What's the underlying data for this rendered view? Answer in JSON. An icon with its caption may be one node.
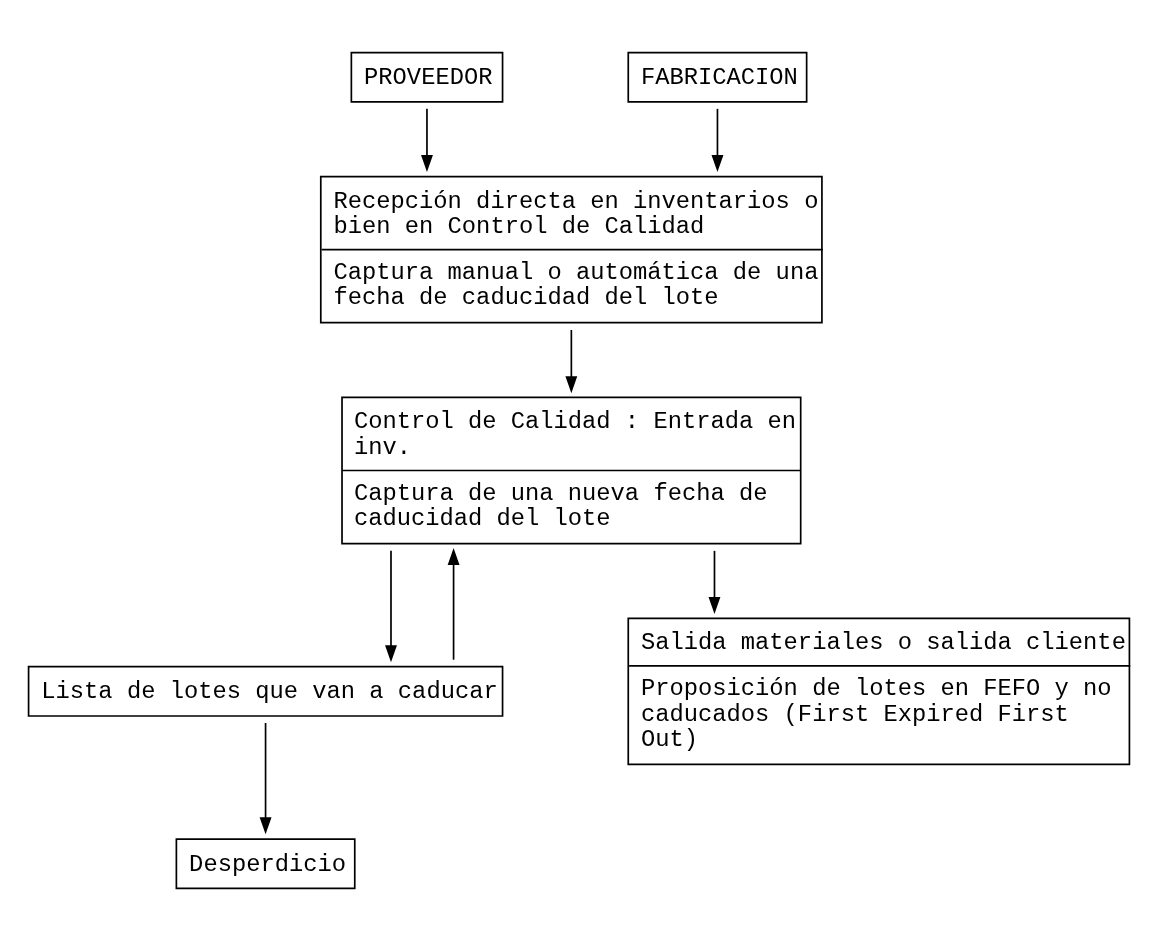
{
  "diagram": {
    "nodes": [
      {
        "text": [
          "PROVEEDOR"
        ]
      },
      {
        "text": [
          "FABRICACION"
        ]
      },
      {
        "text": [
          "Recepción directa en inventarios o bien en Control de Calidad",
          "Captura manual o automática de una fecha de caducidad del lote"
        ]
      },
      {
        "text": [
          "Control de Calidad : Entrada en inv.",
          "Captura de una nueva fecha de caducidad del lote"
        ]
      },
      {
        "text": [
          "Lista de lotes que van a caducar"
        ]
      },
      {
        "text": [
          "Salida materiales o salida cliente",
          "Proposición de lotes en FEFO y no caducados (First Expired First Out)"
        ]
      },
      {
        "text": [
          "Desperdicio"
        ]
      }
    ],
    "edges": [
      {
        "from": 0,
        "to": 2,
        "arrow": "to"
      },
      {
        "from": 1,
        "to": 2,
        "arrow": "to"
      },
      {
        "from": 2,
        "to": 3,
        "arrow": "to"
      },
      {
        "from": 3,
        "to": 4,
        "arrow": "to"
      },
      {
        "from": 3,
        "to": 5,
        "arrow": "to"
      },
      {
        "from": 4,
        "to": 3,
        "arrow": "to"
      },
      {
        "from": 4,
        "to": 6,
        "arrow": "to"
      }
    ]
  }
}
